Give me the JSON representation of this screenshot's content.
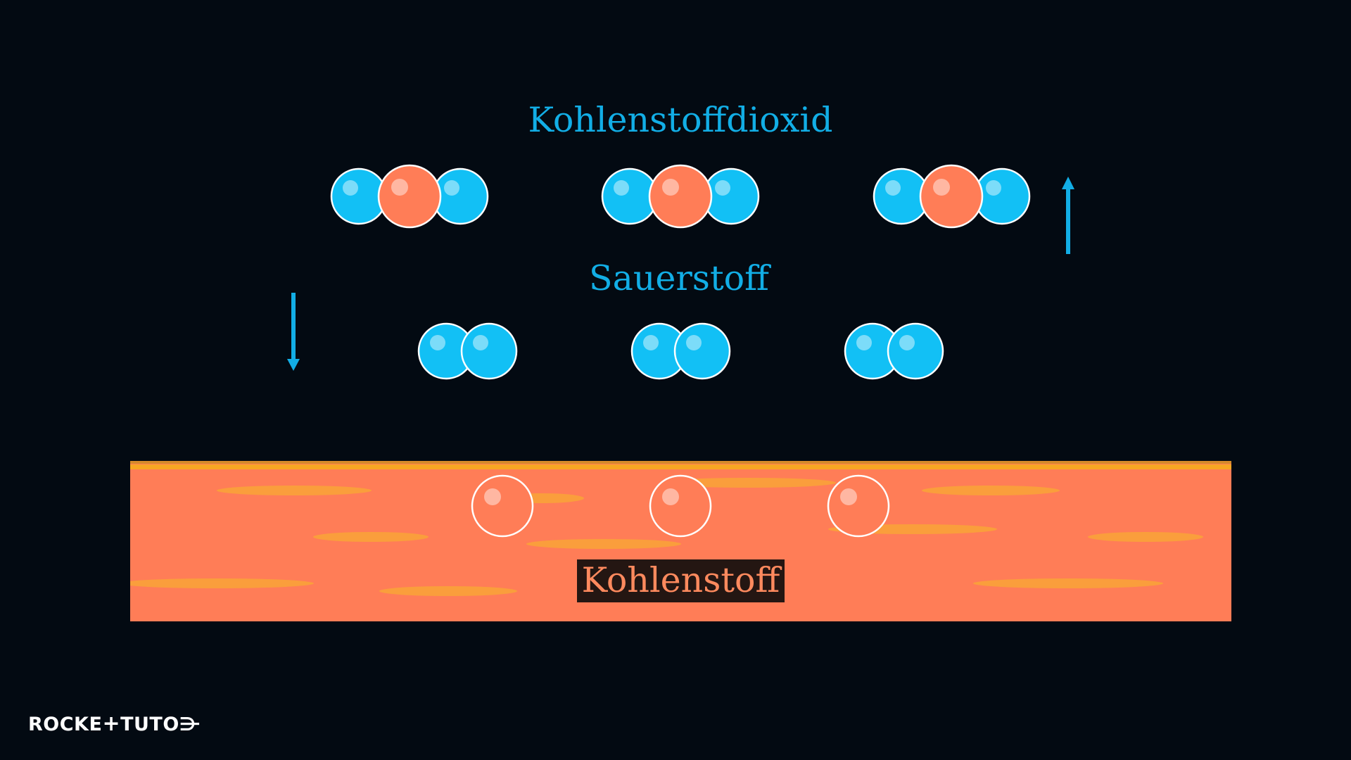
{
  "labels": {
    "co2": "Kohlenstoffdioxid",
    "o2": "Sauerstoff",
    "c": "Kohlenstoff"
  },
  "logo": "ROCKET TUTOR",
  "colors": {
    "background": "#030a12",
    "oxygen": "#12c0f5",
    "carbon": "#ff7d57",
    "stripe": "#f6a623",
    "label_text": "#12aee6"
  },
  "arrows": {
    "left": "down",
    "right": "up"
  },
  "molecules": {
    "co2_count": 3,
    "o2_count": 3,
    "c_count": 3
  }
}
